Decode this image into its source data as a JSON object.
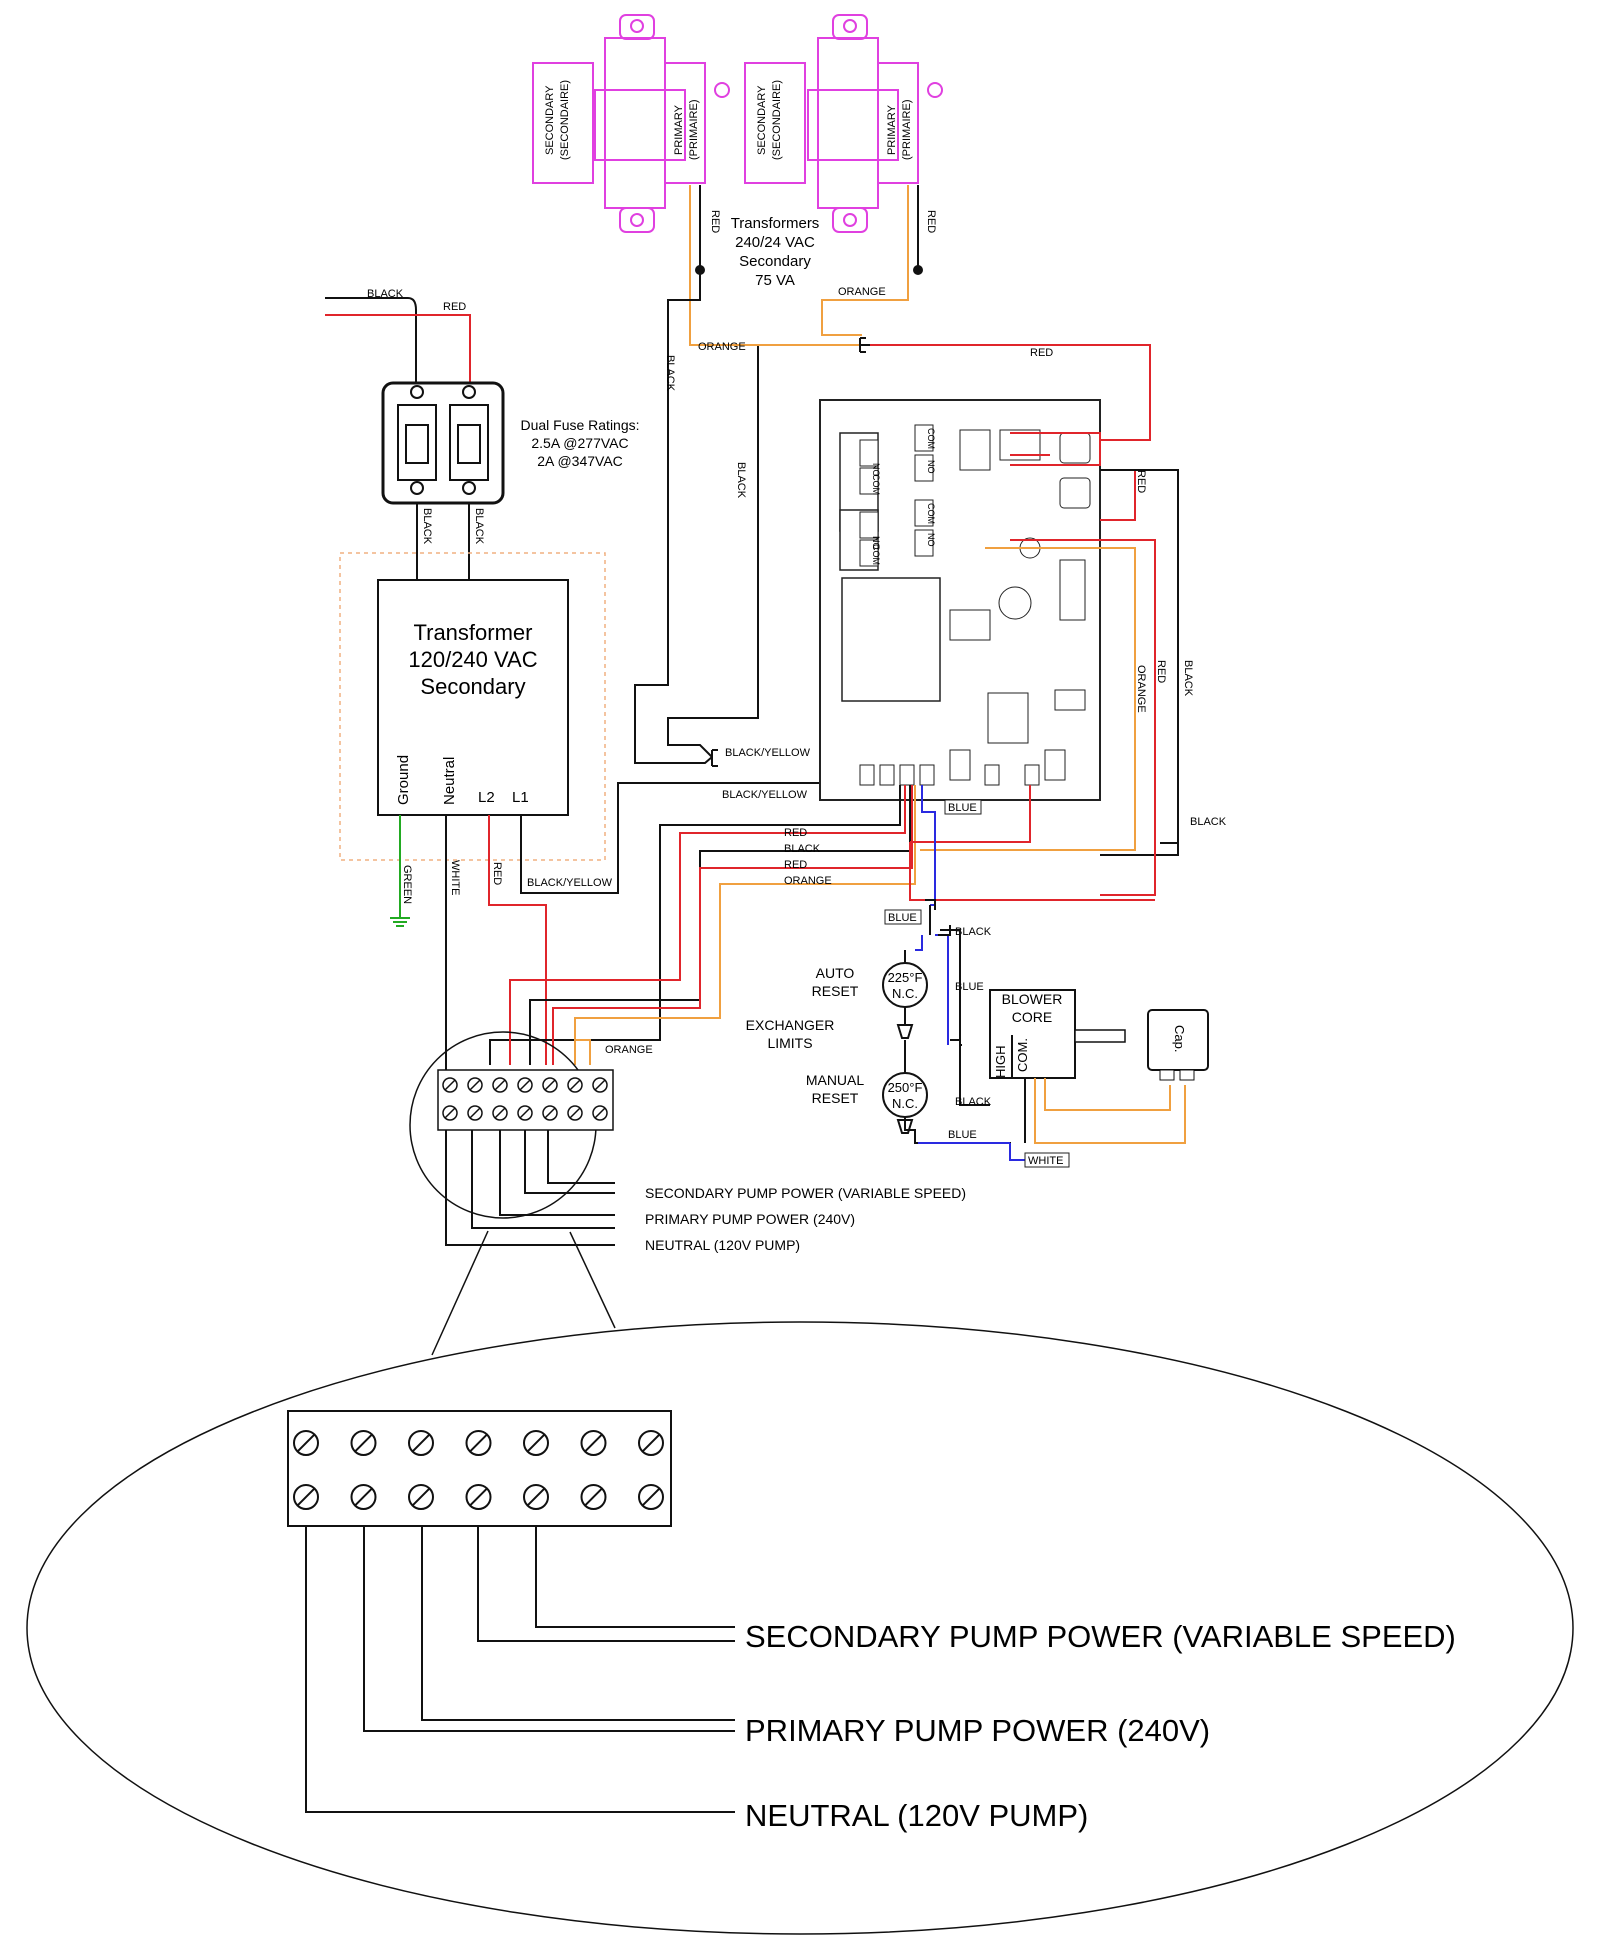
{
  "transformers_24v": {
    "secondary_label": "SECONDARY",
    "secondary_label_fr": "(SECONDAIRE)",
    "primary_label": "PRIMARY",
    "primary_label_fr": "(PRIMAIRE)",
    "caption_line1": "Transformers",
    "caption_line2": "240/24 VAC",
    "caption_line3": "Secondary",
    "caption_line4": "75 VA"
  },
  "fuse": {
    "title": "Dual Fuse Ratings:",
    "rating1": "2.5A @277VAC",
    "rating2": "2A @347VAC"
  },
  "main_transformer": {
    "line1": "Transformer",
    "line2": "120/240 VAC",
    "line3": "Secondary",
    "terminal_ground": "Ground",
    "terminal_neutral": "Neutral",
    "terminal_l2": "L2",
    "terminal_l1": "L1"
  },
  "wire_labels": {
    "black": "BLACK",
    "red": "RED",
    "orange": "ORANGE",
    "blue": "BLUE",
    "white": "WHITE",
    "green": "GREEN",
    "black_yellow": "BLACK/YELLOW",
    "black_k": "BLACK"
  },
  "limits": {
    "auto_reset_1": "AUTO",
    "auto_reset_2": "RESET",
    "auto_temp": "225°F",
    "auto_nc": "N.C.",
    "exchanger_1": "EXCHANGER",
    "exchanger_2": "LIMITS",
    "manual_reset_1": "MANUAL",
    "manual_reset_2": "RESET",
    "manual_temp": "250°F",
    "manual_nc": "N.C."
  },
  "blower": {
    "line1": "BLOWER",
    "line2": "CORE",
    "high": "HIGH",
    "com": "COM.",
    "cap": "Cap."
  },
  "board": {
    "relay_no": "NO",
    "relay_com": "COM",
    "relay_cm": "COM"
  },
  "terminal_callouts": {
    "secondary": "SECONDARY PUMP POWER (VARIABLE SPEED)",
    "primary": "PRIMARY PUMP POWER (240V)",
    "neutral": "NEUTRAL (120V PUMP)"
  },
  "colors": {
    "red": "#e0252b",
    "orange": "#f0a040",
    "blue": "#2a2ae0",
    "green": "#22aa22",
    "magenta": "#e040e0",
    "black": "#111111"
  }
}
